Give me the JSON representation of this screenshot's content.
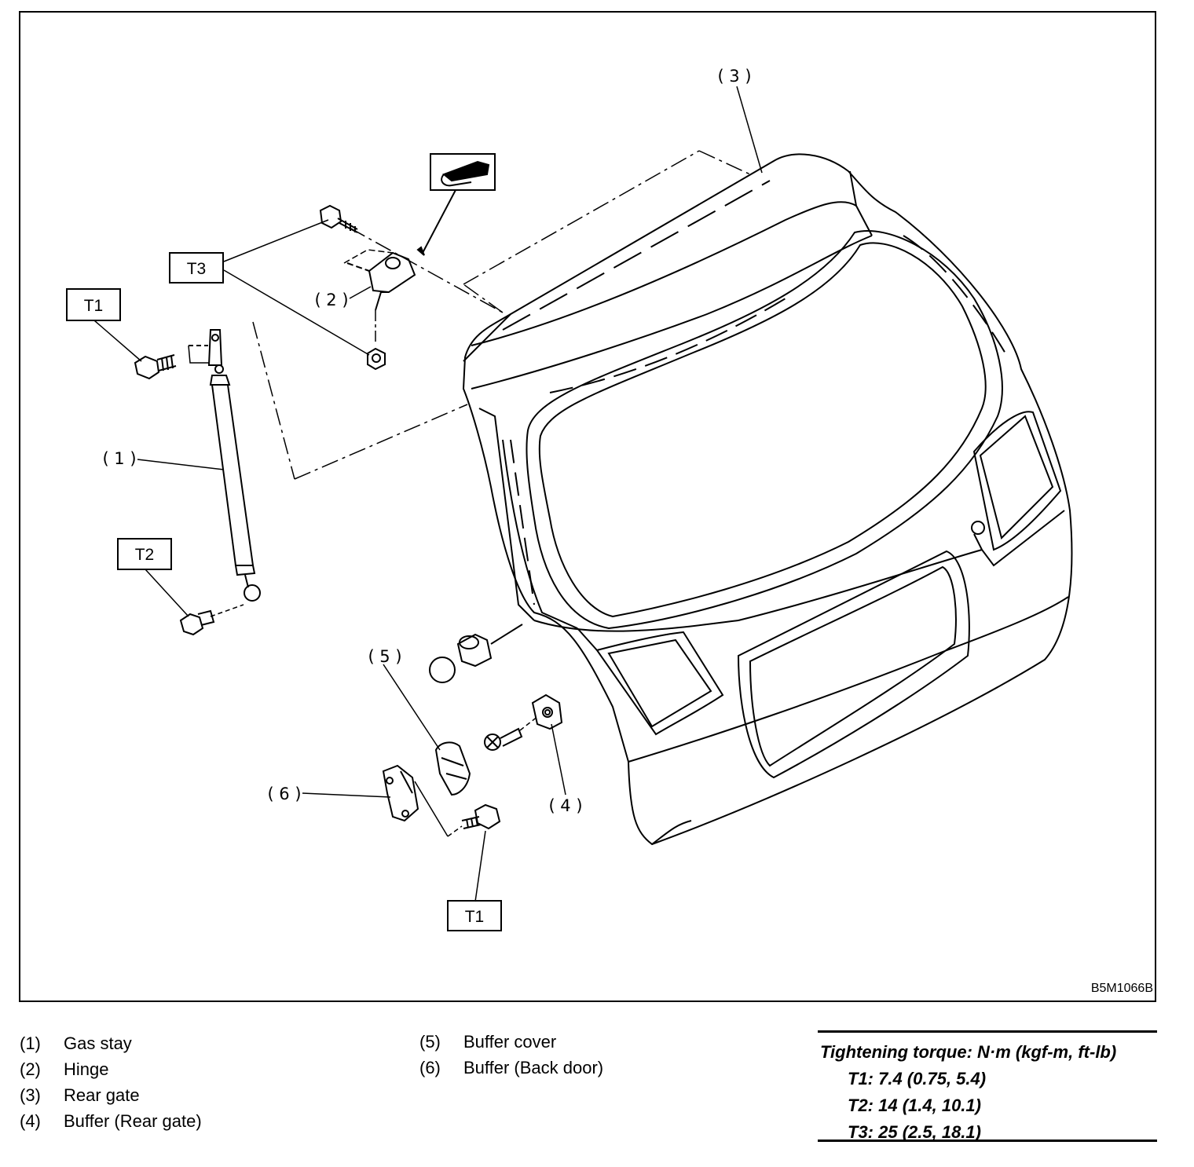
{
  "diagram": {
    "code": "B5M1066B",
    "callouts": {
      "c1": "( 1 )",
      "c2": "( 2 )",
      "c3": "( 3 )",
      "c4": "( 4 )",
      "c5": "( 5 )",
      "c6": "( 6 )"
    },
    "torque_labels": {
      "t1_upper": "T1",
      "t1_lower": "T1",
      "t2": "T2",
      "t3": "T3"
    }
  },
  "legend": {
    "left": [
      {
        "num": "(1)",
        "label": "Gas stay"
      },
      {
        "num": "(2)",
        "label": "Hinge"
      },
      {
        "num": "(3)",
        "label": "Rear gate"
      },
      {
        "num": "(4)",
        "label": "Buffer (Rear gate)"
      }
    ],
    "right": [
      {
        "num": "(5)",
        "label": "Buffer cover"
      },
      {
        "num": "(6)",
        "label": "Buffer (Back door)"
      }
    ]
  },
  "torque": {
    "title": "Tightening torque: N·m (kgf-m, ft-lb)",
    "rows": [
      "T1: 7.4 (0.75, 5.4)",
      "T2: 14 (1.4, 10.1)",
      "T3: 25 (2.5, 18.1)"
    ]
  }
}
